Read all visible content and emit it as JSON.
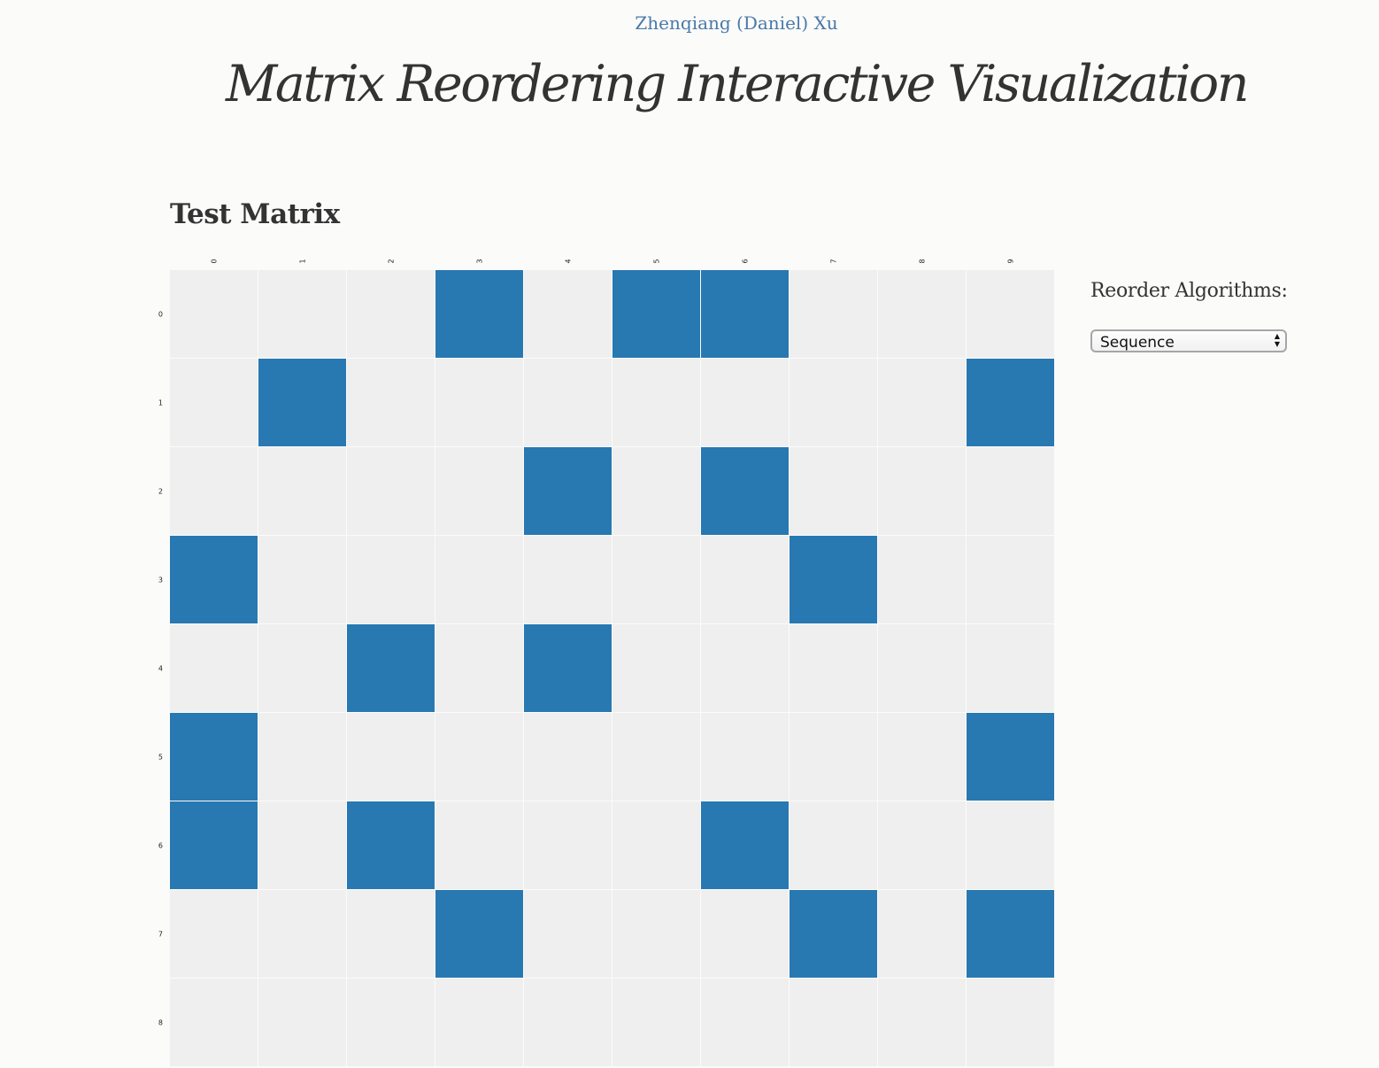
{
  "header": {
    "author": "Zhenqiang (Daniel) Xu",
    "title": "Matrix Reordering Interactive Visualization"
  },
  "section": {
    "title": "Test Matrix"
  },
  "controls": {
    "label": "Reorder Algorithms:",
    "select_value": "Sequence"
  },
  "colors": {
    "filled": "#2878b2",
    "empty": "#efefef",
    "grid": "#ffffff",
    "link": "#4a79a8"
  },
  "chart_data": {
    "type": "heatmap",
    "title": "Test Matrix",
    "x_labels": [
      "0",
      "1",
      "2",
      "3",
      "4",
      "5",
      "6",
      "7",
      "8",
      "9"
    ],
    "y_labels": [
      "0",
      "1",
      "2",
      "3",
      "4",
      "5",
      "6",
      "7",
      "8"
    ],
    "matrix": [
      [
        0,
        0,
        0,
        1,
        0,
        1,
        1,
        0,
        0,
        0
      ],
      [
        0,
        1,
        0,
        0,
        0,
        0,
        0,
        0,
        0,
        1
      ],
      [
        0,
        0,
        0,
        0,
        1,
        0,
        1,
        0,
        0,
        0
      ],
      [
        1,
        0,
        0,
        0,
        0,
        0,
        0,
        1,
        0,
        0
      ],
      [
        0,
        0,
        1,
        0,
        1,
        0,
        0,
        0,
        0,
        0
      ],
      [
        1,
        0,
        0,
        0,
        0,
        0,
        0,
        0,
        0,
        1
      ],
      [
        1,
        0,
        1,
        0,
        0,
        0,
        1,
        0,
        0,
        0
      ],
      [
        0,
        0,
        0,
        1,
        0,
        0,
        0,
        1,
        0,
        1
      ],
      [
        0,
        0,
        0,
        0,
        0,
        0,
        0,
        0,
        0,
        0
      ]
    ]
  }
}
